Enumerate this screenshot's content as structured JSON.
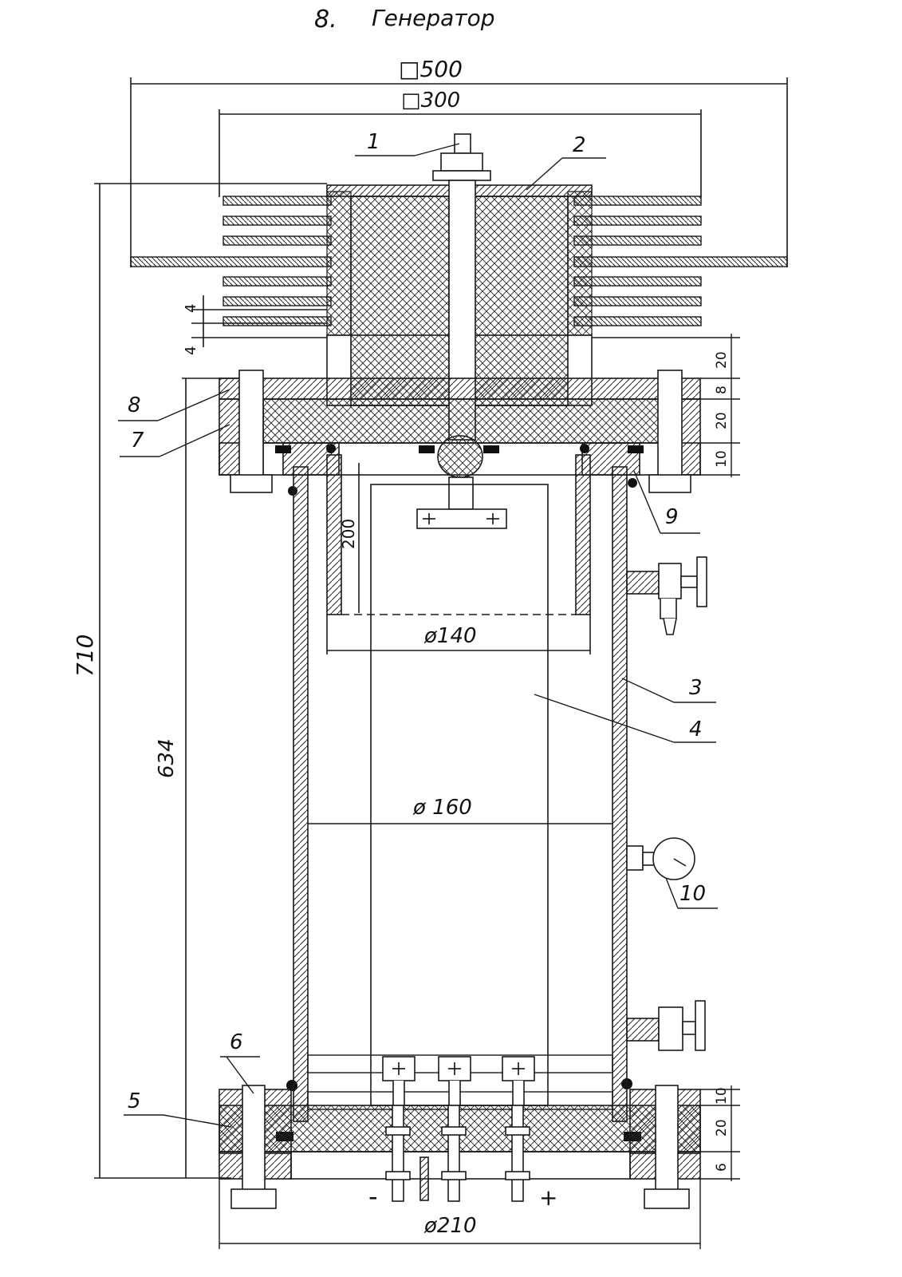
{
  "title": {
    "number": "8.",
    "text": "Генератор"
  },
  "dimensions": {
    "plate_outer": "□500",
    "plate_inner": "□300",
    "total_height": "710",
    "body_height": "634",
    "fin_thickness": "4",
    "fin_gap": "4",
    "cup_height": "200",
    "cup_diameter": "ø140",
    "body_diameter": "ø 160",
    "base_diameter": "ø210",
    "top_stack": [
      "20",
      "8",
      "20",
      "10"
    ],
    "bottom_stack": [
      "10",
      "20",
      "6"
    ]
  },
  "callouts": [
    "1",
    "2",
    "3",
    "4",
    "5",
    "6",
    "7",
    "8",
    "9",
    "10"
  ],
  "terminals": {
    "minus": "-",
    "plus": "+"
  },
  "colors": {
    "ink": "#1a1a1a",
    "paper": "#ffffff"
  }
}
